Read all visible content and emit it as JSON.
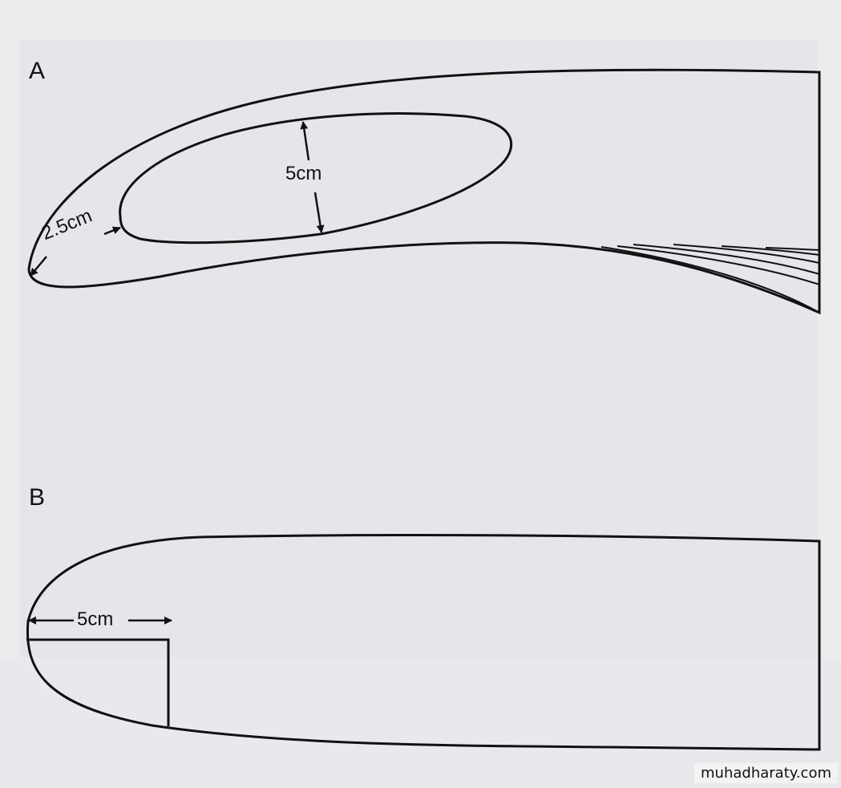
{
  "panels": {
    "a": {
      "label": "A",
      "height_label": "5cm",
      "margin_label": "2.5cm"
    },
    "b": {
      "label": "B",
      "width_label": "5cm"
    }
  },
  "watermark": "muhadharaty.com",
  "colors": {
    "line": "#111111",
    "background": "#e4e6ea"
  }
}
